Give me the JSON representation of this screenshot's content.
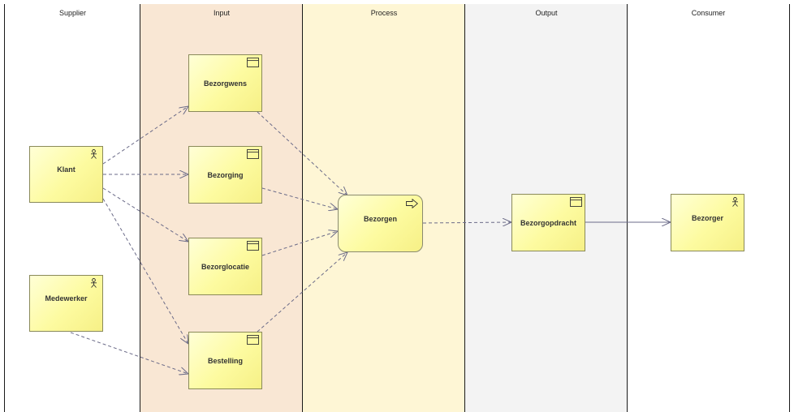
{
  "lanes": [
    {
      "title": "Supplier"
    },
    {
      "title": "Input"
    },
    {
      "title": "Process"
    },
    {
      "title": "Output"
    },
    {
      "title": "Consumer"
    }
  ],
  "nodes": {
    "klant": "Klant",
    "medewerker": "Medewerker",
    "bezorgwens": "Bezorgwens",
    "bezorging": "Bezorging",
    "bezorglocatie": "Bezorglocatie",
    "bestelling": "Bestelling",
    "bezorgen": "Bezorgen",
    "bezorgopdracht": "Bezorgopdracht",
    "bezorger": "Bezorger"
  },
  "colors": {
    "input_lane": "#f9e7d4",
    "process_lane": "#fef6d5",
    "output_lane": "#f3f3f3",
    "connector": "#6b6b88"
  },
  "icons": {
    "actor": "actor-icon",
    "business_object": "business-object-icon",
    "business_process": "business-process-icon"
  }
}
